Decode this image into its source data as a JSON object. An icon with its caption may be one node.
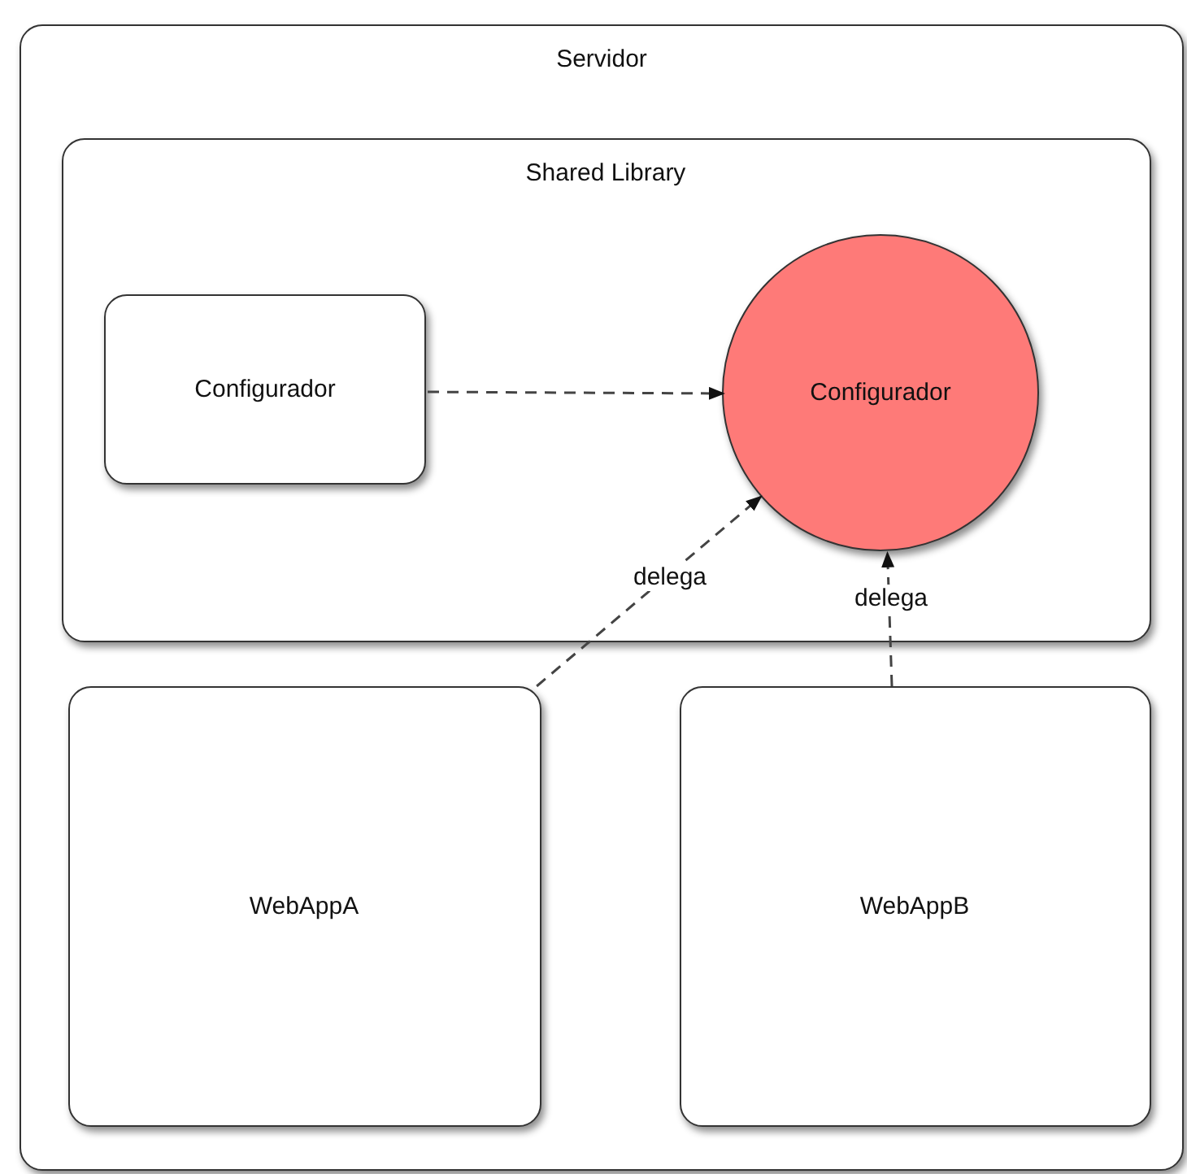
{
  "diagram": {
    "nodes": [
      {
        "text": [
          "Servidor"
        ]
      },
      {
        "text": [
          "Shared Library"
        ],
        "in": 0
      },
      {
        "text": [
          "Configurador"
        ],
        "in": 1
      },
      {
        "text": [
          "Configurador"
        ],
        "in": 1
      },
      {
        "text": [
          "WebAppA"
        ],
        "in": 0
      },
      {
        "text": [
          "WebAppB"
        ],
        "in": 0
      }
    ],
    "edges": [
      {
        "from": 2,
        "to": 3,
        "arrow": "to",
        "style": "dashed"
      },
      {
        "from": 4,
        "to": 3,
        "arrow": "to",
        "style": "dashed",
        "label": "delega"
      },
      {
        "from": 5,
        "to": 3,
        "arrow": "to",
        "style": "dashed",
        "label": "delega"
      }
    ]
  }
}
